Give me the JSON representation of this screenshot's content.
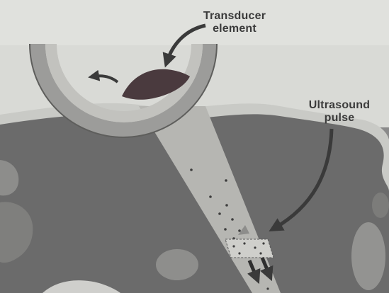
{
  "labels": {
    "transducer_line1": "Transducer",
    "transducer_line2": "element",
    "pulse_line1": "Ultrasound",
    "pulse_line2": "pulse"
  },
  "colors": {
    "background": "#8a8a8a",
    "sky": "#d9dad6",
    "tissue": "#6b6b6b",
    "skin": "#c9cac6",
    "beam": "#b6b6b2",
    "transducer_outer": "#9c9c9a",
    "transducer_inner": "#c2c2be",
    "element": "#4a3a3e",
    "arrow": "#3a3a3a",
    "label_text": "#3b3b3b"
  },
  "icons": [
    "curved-arrow-icon",
    "direction-arrow-icon"
  ]
}
